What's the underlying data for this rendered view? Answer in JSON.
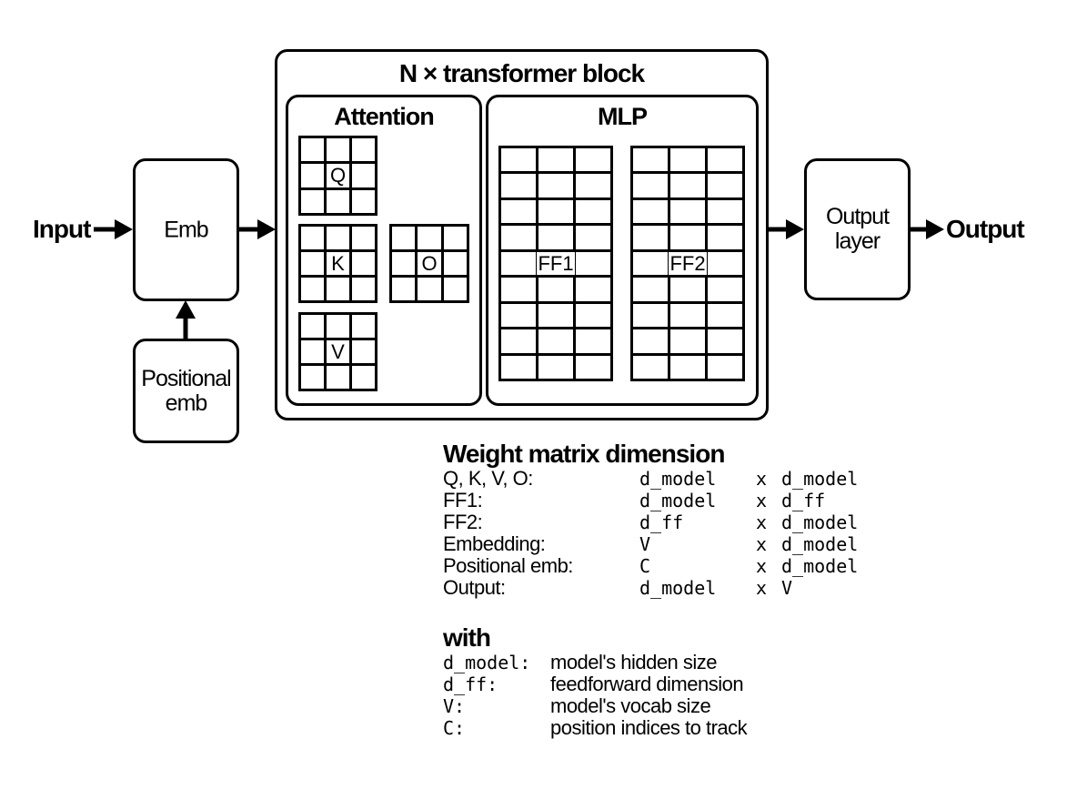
{
  "diagram": {
    "input_label": "Input",
    "output_label": "Output",
    "emb_label": "Emb",
    "positional_emb_label": "Positional emb",
    "output_layer_label": "Output layer",
    "block_title": "N × transformer block",
    "attention": {
      "title": "Attention",
      "matrices": [
        {
          "label": "Q",
          "rows": 3,
          "cols": 3
        },
        {
          "label": "K",
          "rows": 3,
          "cols": 3
        },
        {
          "label": "V",
          "rows": 3,
          "cols": 3
        },
        {
          "label": "O",
          "rows": 3,
          "cols": 3
        }
      ]
    },
    "mlp": {
      "title": "MLP",
      "matrices": [
        {
          "label": "FF1",
          "rows": 9,
          "cols": 3
        },
        {
          "label": "FF2",
          "rows": 9,
          "cols": 3
        }
      ]
    }
  },
  "legend": {
    "title": "Weight matrix dimension",
    "rows": [
      {
        "name": "Q, K, V, O:",
        "dim1": "d_model",
        "times": "x",
        "dim2": "d_model"
      },
      {
        "name": "FF1:",
        "dim1": "d_model",
        "times": "x",
        "dim2": "d_ff"
      },
      {
        "name": "FF2:",
        "dim1": "d_ff",
        "times": "x",
        "dim2": "d_model"
      },
      {
        "name": "Embedding:",
        "dim1": "V",
        "times": "x",
        "dim2": "d_model"
      },
      {
        "name": "Positional emb:",
        "dim1": "C",
        "times": "x",
        "dim2": "d_model"
      },
      {
        "name": "Output:",
        "dim1": "d_model",
        "times": "x",
        "dim2": "V"
      }
    ]
  },
  "with_section": {
    "title": "with",
    "rows": [
      {
        "symbol": "d_model:",
        "meaning": "model's hidden size"
      },
      {
        "symbol": "d_ff:",
        "meaning": "feedforward dimension"
      },
      {
        "symbol": "V:",
        "meaning": "model's vocab size"
      },
      {
        "symbol": "C:",
        "meaning": "position indices to track"
      }
    ]
  }
}
